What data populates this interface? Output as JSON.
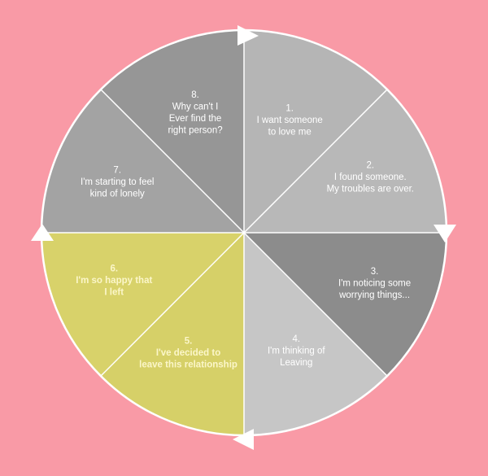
{
  "diagram": {
    "background": "#f99aa6",
    "border_color": "#ffffff",
    "segments": [
      {
        "id": "1",
        "lines": [
          "1.",
          "I want someone",
          "to love me"
        ],
        "fill": "#b5b5b5",
        "text_style": "light"
      },
      {
        "id": "2",
        "lines": [
          "2.",
          "I found someone.",
          "My troubles are over."
        ],
        "fill": "#b8b8b8",
        "text_style": "light"
      },
      {
        "id": "3",
        "lines": [
          "3.",
          "I'm noticing some",
          "worrying things..."
        ],
        "fill": "#8c8c8c",
        "text_style": "light"
      },
      {
        "id": "4",
        "lines": [
          "4.",
          "I'm thinking of",
          "Leaving"
        ],
        "fill": "#c6c6c6",
        "text_style": "light"
      },
      {
        "id": "5",
        "lines": [
          "5.",
          "I've decided to",
          "leave this relationship"
        ],
        "fill": "#d6d068",
        "text_style": "yellow"
      },
      {
        "id": "6",
        "lines": [
          "6.",
          "I'm so happy that",
          "I left"
        ],
        "fill": "#d8d26a",
        "text_style": "yellow"
      },
      {
        "id": "7",
        "lines": [
          "7.",
          "I'm starting to feel",
          "kind of lonely"
        ],
        "fill": "#a3a3a3",
        "text_style": "light"
      },
      {
        "id": "8",
        "lines": [
          "8.",
          "Why can't I",
          "Ever find the",
          "right person?"
        ],
        "fill": "#969696",
        "text_style": "light"
      }
    ],
    "arrow_direction": "clockwise",
    "arrow_positions": [
      "top",
      "right",
      "bottom",
      "left"
    ]
  }
}
